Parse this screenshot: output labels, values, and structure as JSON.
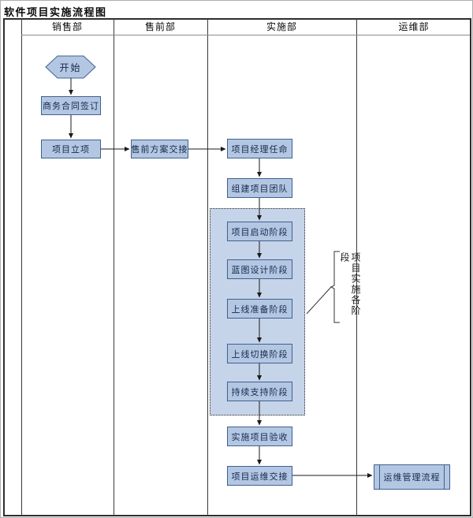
{
  "title": "软件项目实施流程图",
  "lanes": [
    {
      "label": "销售部"
    },
    {
      "label": "售前部"
    },
    {
      "label": "实施部"
    },
    {
      "label": "运维部"
    }
  ],
  "nodes": {
    "start": "开始",
    "contract_signing": "商务合同签订",
    "project_initiation": "项目立项",
    "presales_handover": "售前方案交接",
    "pm_appointment": "项目经理任命",
    "team_building": "组建项目团队",
    "phase_kickoff": "项目启动阶段",
    "phase_blueprint": "蓝图设计阶段",
    "phase_golive_prep": "上线准备阶段",
    "phase_golive_switch": "上线切换阶段",
    "phase_support": "持续支持阶段",
    "project_acceptance": "实施项目验收",
    "om_handover": "项目运维交接",
    "om_process": "运维管理流程"
  },
  "annotation": {
    "label": "项目实施各阶段"
  },
  "colors": {
    "node_fill": "#b3c7e3",
    "node_border": "#40608f",
    "group_fill": "#c6d4e9",
    "line": "#1a1a1a"
  }
}
